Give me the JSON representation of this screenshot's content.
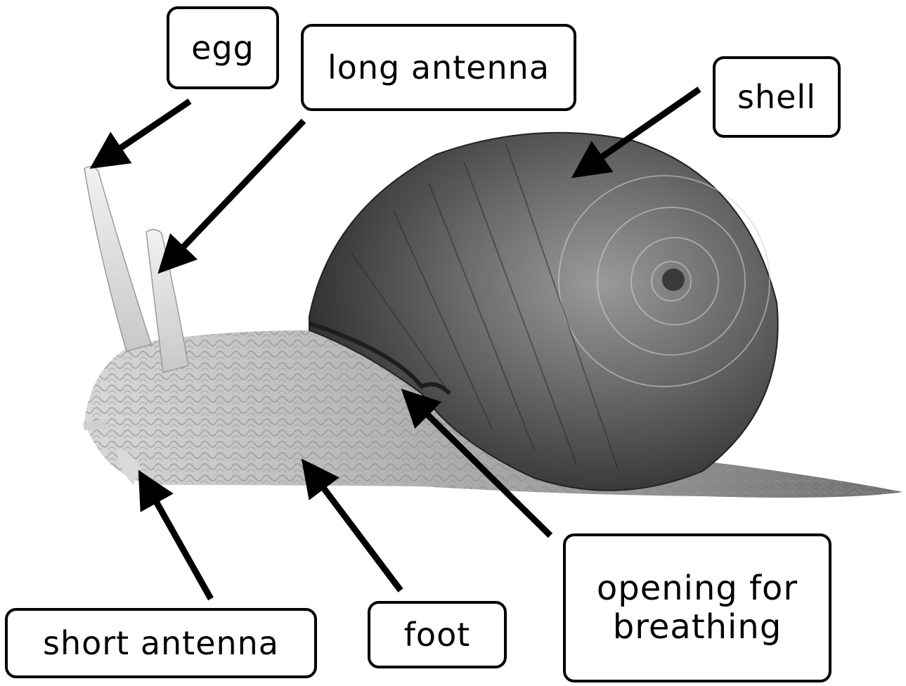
{
  "labels": {
    "egg": "egg",
    "long_antenna": "long antenna",
    "shell": "shell",
    "short_antenna": "short antenna",
    "foot": "foot",
    "opening_for_breathing": "opening for\nbreathing"
  },
  "colors": {
    "ink": "#000000",
    "background": "#ffffff",
    "shell_dark": "#4a4a4a",
    "body_light": "#bdbdbd"
  }
}
